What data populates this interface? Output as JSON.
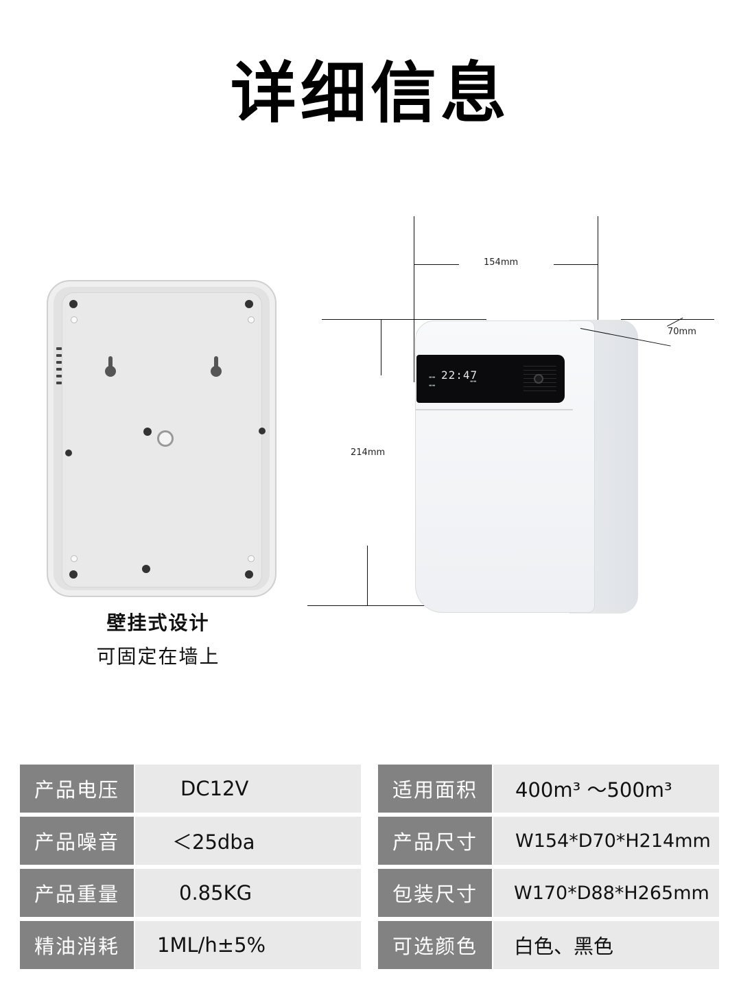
{
  "title": "详细信息",
  "back_view": {
    "caption_main": "壁挂式设计",
    "caption_sub": "可固定在墙上"
  },
  "dimensions": {
    "width_label": "154mm",
    "depth_label": "70mm",
    "height_label": "214mm"
  },
  "display": {
    "time": "22:47"
  },
  "specs_left": [
    {
      "key": "产品电压",
      "value": "DC12V"
    },
    {
      "key": "产品噪音",
      "value": "＜25dba"
    },
    {
      "key": "产品重量",
      "value": "0.85KG"
    },
    {
      "key": "精油消耗",
      "value": "1ML/h±5%"
    }
  ],
  "specs_right": [
    {
      "key": "适用面积",
      "value": "400m³ ～500m³"
    },
    {
      "key": "产品尺寸",
      "value": "W154*D70*H214mm"
    },
    {
      "key": "包装尺寸",
      "value": "W170*D88*H265mm"
    },
    {
      "key": "可选颜色",
      "value": "白色、黑色"
    }
  ]
}
